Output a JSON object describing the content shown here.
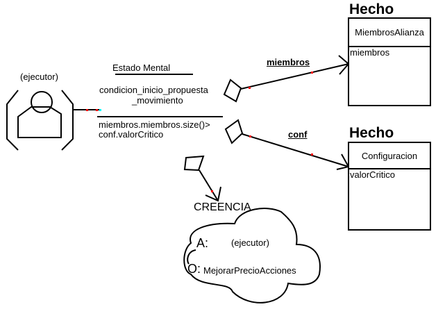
{
  "actor": {
    "label": "(ejecutor)"
  },
  "mental_state": {
    "title": "Estado Mental",
    "name_line1": "condicion_inicio_propuesta",
    "name_line2": "_movimiento",
    "condition_line1": "miembros.miembros.size()>",
    "condition_line2": "conf.valorCritico"
  },
  "relations": {
    "miembros": "miembros",
    "conf": "conf"
  },
  "facts": [
    {
      "stereotype": "Hecho",
      "class_name": "MiembrosAlianza",
      "attributes": [
        "miembros"
      ]
    },
    {
      "stereotype": "Hecho",
      "class_name": "Configuracion",
      "attributes": [
        "valorCritico"
      ]
    }
  ],
  "belief": {
    "title": "CREENCIA",
    "agent_prefix": "A:",
    "agent_value": "(ejecutor)",
    "objective_prefix": "O:",
    "objective_value": "MejorarPrecioAcciones"
  },
  "colors": {
    "line": "#000000",
    "marker_red": "#ff0000",
    "marker_cyan": "#00ffff"
  }
}
